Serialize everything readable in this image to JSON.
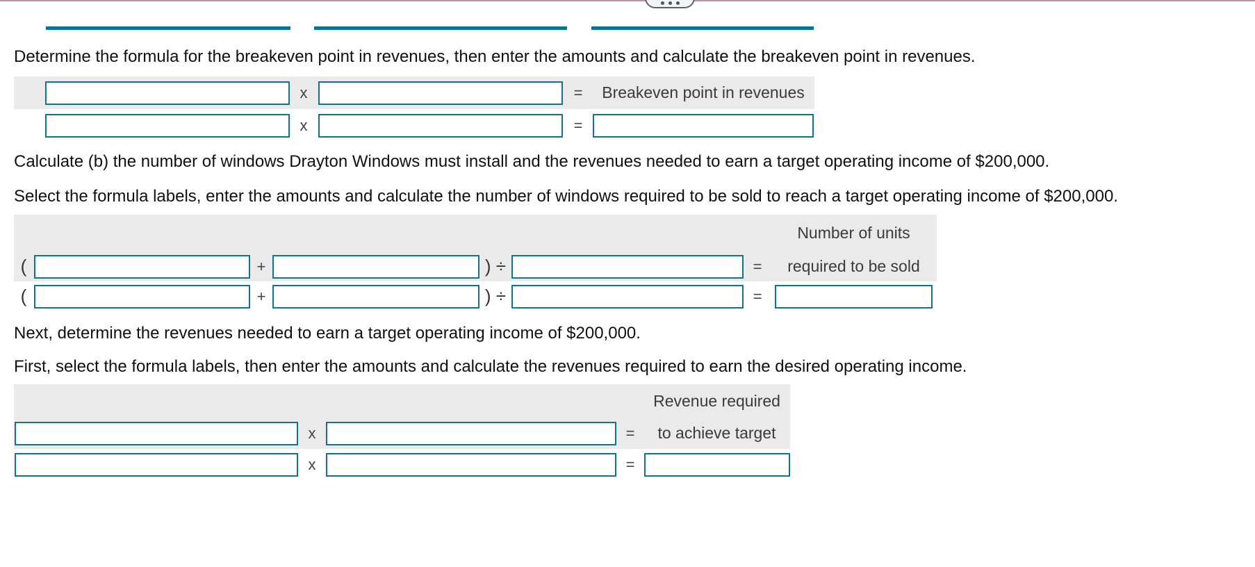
{
  "window": {
    "ellipsis_button": "•••"
  },
  "answer_blanks": {
    "count": 3,
    "color": "#0c7396"
  },
  "colors": {
    "input_border": "#12718f",
    "row_shade": "#eaeaea",
    "underline": "#0c7396",
    "top_rule": "#bf93a6"
  },
  "paragraphs": {
    "p1": "Determine the formula for the breakeven point in revenues, then enter the amounts and calculate the breakeven point in revenues.",
    "p2": "Calculate (b) the number of windows Drayton Windows must install and the revenues needed to earn a target operating income of $200,000.",
    "p3": "Select the formula labels, enter the amounts and calculate the number of windows required to be sold to reach a target operating income of $200,000.",
    "p4": "Next, determine the revenues needed to earn a target operating income of $200,000.",
    "p5": "First, select the formula labels, then enter the amounts and calculate the revenues required to earn the desired operating income."
  },
  "table_breakeven": {
    "name": "Breakeven point in revenues formula",
    "result_label": "Breakeven point in revenues",
    "row1": {
      "operand1": "",
      "operand1_placeholder": "",
      "operator": "x",
      "operand2": "",
      "operand2_placeholder": "",
      "equals": "=",
      "result_text": "Breakeven point in revenues"
    },
    "row2": {
      "operand1": "",
      "operand1_placeholder": "",
      "operator": "x",
      "operand2": "",
      "operand2_placeholder": "",
      "equals": "=",
      "result": "",
      "result_placeholder": ""
    }
  },
  "table_units": {
    "name": "Number of units required to be sold formula",
    "header_label": "Number of units",
    "result_label": "required to be sold",
    "row1": {
      "open_paren": "(",
      "operand1": "",
      "operand1_placeholder": "",
      "operator_plus": "+",
      "operand2": "",
      "operand2_placeholder": "",
      "close_divide": ") ÷",
      "operand3": "",
      "operand3_placeholder": "",
      "equals": "=",
      "result_text": "required to be sold"
    },
    "row2": {
      "open_paren": "(",
      "operand1": "",
      "operand1_placeholder": "",
      "operator_plus": "+",
      "operand2": "",
      "operand2_placeholder": "",
      "close_divide": ") ÷",
      "operand3": "",
      "operand3_placeholder": "",
      "equals": "=",
      "result": "",
      "result_placeholder": ""
    }
  },
  "table_revenue": {
    "name": "Revenue required to achieve target formula",
    "header_label": "Revenue required",
    "result_label": "to achieve target",
    "row1": {
      "operand1": "",
      "operand1_placeholder": "",
      "operator": "x",
      "operand2": "",
      "operand2_placeholder": "",
      "equals": "=",
      "result_text": "to achieve target"
    },
    "row2": {
      "operand1": "",
      "operand1_placeholder": "",
      "operator": "x",
      "operand2": "",
      "operand2_placeholder": "",
      "equals": "=",
      "result": "",
      "result_placeholder": ""
    }
  }
}
